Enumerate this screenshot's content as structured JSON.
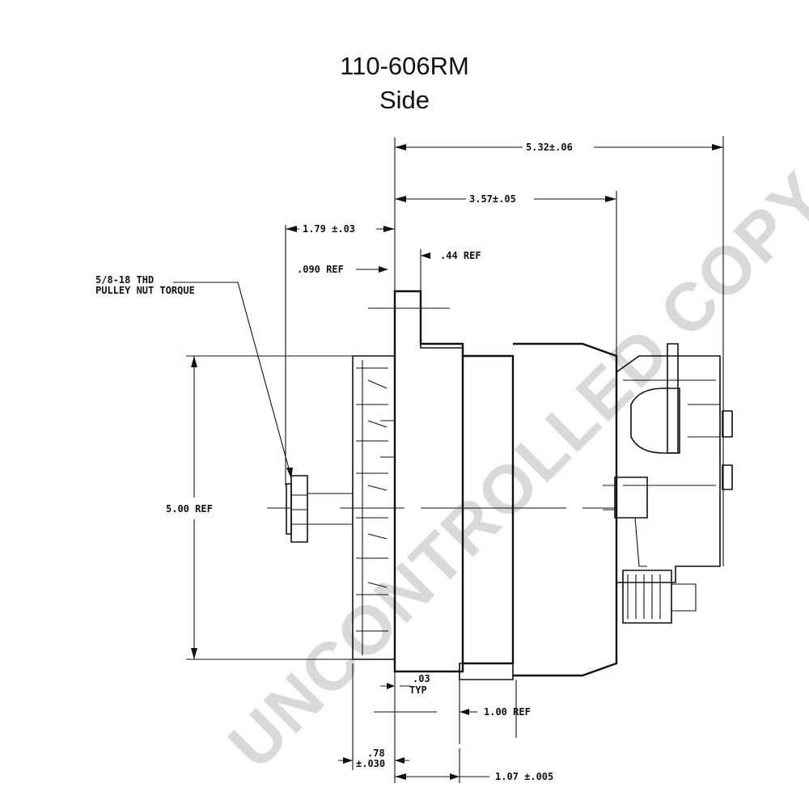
{
  "header": {
    "part_number": "110-606RM",
    "view": "Side"
  },
  "watermark": "UNCONTROLLED COPY",
  "callout": {
    "line1": "5/8-18 THD",
    "line2": "PULLEY NUT TORQUE"
  },
  "dimensions": {
    "overall_length": "5.32±.06",
    "body_length": "3.57±.05",
    "pulley_offset": "1.79 ±.03",
    "mount_ref": ".44 REF",
    "flange_ref": ".090 REF",
    "pulley_diameter": "5.00 REF",
    "gap_typ_value": ".03",
    "gap_typ_label": "TYP",
    "foot_ref": "1.00 REF",
    "pulley_width_value": ".78",
    "pulley_width_tol": "±.030",
    "foot_offset": "1.07 ±.005"
  }
}
